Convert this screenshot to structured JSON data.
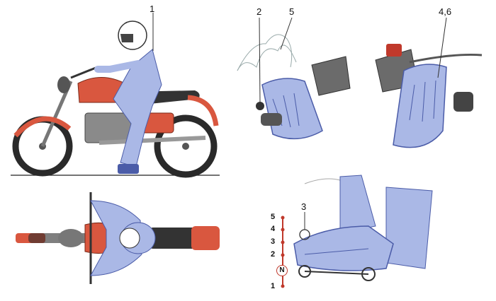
{
  "colors": {
    "tank_red": "#d9573f",
    "suit_blue": "#aab8e6",
    "suit_dark": "#4b5ca8",
    "metal": "#6b6b6b",
    "tire": "#2a2a2a",
    "indicator_red": "#c0392b"
  },
  "panels": {
    "side_view": {
      "callout": "1"
    },
    "left_hand": {
      "callout_clutch": "2",
      "callout_fingers": "5"
    },
    "right_hand": {
      "callout": "4,6"
    },
    "foot_shift": {
      "callout": "3",
      "gear_labels": [
        "5",
        "4",
        "3",
        "2",
        "N",
        "1"
      ]
    }
  }
}
